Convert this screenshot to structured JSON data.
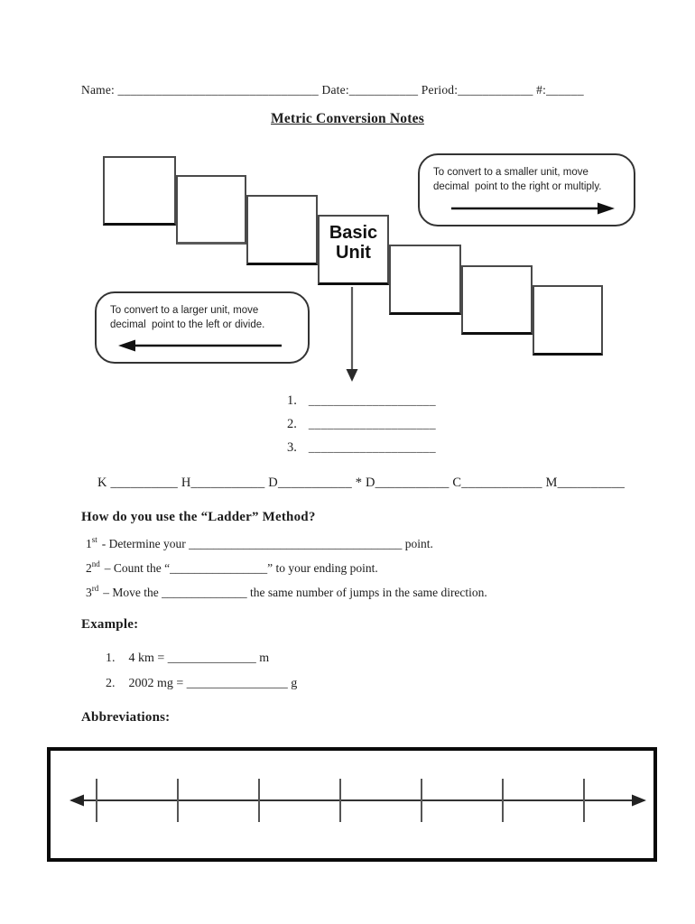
{
  "page": {
    "header": "Name: ________________________________ Date:___________ Period:____________ #:______",
    "title": "Metric Conversion Notes"
  },
  "diagram": {
    "basic_unit_label": "Basic Unit",
    "callout_smaller": {
      "text": "To convert to a smaller unit, move decimal  point to the right or multiply.",
      "arrow": "right"
    },
    "callout_larger": {
      "text": "To convert to a larger unit, move decimal  point to the left or divide.",
      "arrow": "left"
    },
    "numbered_blanks": [
      {
        "num": "1.",
        "blank": "____________________"
      },
      {
        "num": "2.",
        "blank": "____________________"
      },
      {
        "num": "3.",
        "blank": "____________________"
      }
    ],
    "unit_line": "K __________ H___________ D___________ * D___________ C____________ M__________"
  },
  "ladder_method": {
    "heading": "How do you use the “Ladder” Method?",
    "steps": [
      {
        "num": "1",
        "sup": "st",
        "rest": "- Determine your ___________________________________ point."
      },
      {
        "num": "2",
        "sup": "nd",
        "rest": "– Count the “________________” to your ending point."
      },
      {
        "num": "3",
        "sup": "rd",
        "rest": "– Move the ______________ the same number of jumps in the same direction."
      }
    ]
  },
  "example": {
    "heading": "Example:",
    "items": [
      {
        "num": "1.",
        "text": "4 km = ______________ m"
      },
      {
        "num": "2.",
        "text": "2002 mg = ________________ g"
      }
    ]
  },
  "abbreviations": {
    "heading": "Abbreviations:"
  },
  "number_line": {
    "tick_count": 7
  }
}
